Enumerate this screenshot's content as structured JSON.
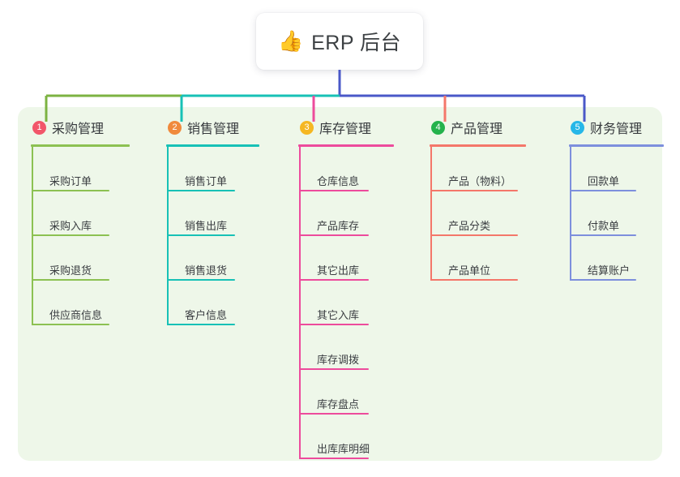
{
  "diagram": {
    "root": {
      "icon": "thumbs-up-icon",
      "icon_glyph": "👍",
      "title": "ERP 后台"
    },
    "panel_background": "#eef7e9",
    "trunk_color": "#4a58c8",
    "columns": [
      {
        "number": "1",
        "title": "采购管理",
        "badge_color": "#f2566a",
        "line_color": "#8cc152",
        "connector_color": "#7cb342",
        "width": 167,
        "head_rule_width": 122,
        "leaf_rule_width": 96,
        "items": [
          {
            "label": "采购订单"
          },
          {
            "label": "采购入库"
          },
          {
            "label": "采购退货"
          },
          {
            "label": "供应商信息"
          }
        ]
      },
      {
        "number": "2",
        "title": "销售管理",
        "badge_color": "#f08a3c",
        "line_color": "#17c1b6",
        "connector_color": "#17c1b6",
        "width": 163,
        "head_rule_width": 115,
        "leaf_rule_width": 84,
        "items": [
          {
            "label": "销售订单"
          },
          {
            "label": "销售出库"
          },
          {
            "label": "销售退货"
          },
          {
            "label": "客户信息"
          }
        ]
      },
      {
        "number": "3",
        "title": "库存管理",
        "badge_color": "#f5b722",
        "line_color": "#ed4b9c",
        "connector_color": "#ed4b9c",
        "width": 162,
        "head_rule_width": 118,
        "leaf_rule_width": 86,
        "items": [
          {
            "label": "仓库信息"
          },
          {
            "label": "产品库存"
          },
          {
            "label": "其它出库"
          },
          {
            "label": "其它入库"
          },
          {
            "label": "库存调拨"
          },
          {
            "label": "库存盘点"
          },
          {
            "label": "出库库明细"
          }
        ]
      },
      {
        "number": "4",
        "title": "产品管理",
        "badge_color": "#24b24c",
        "line_color": "#f4776a",
        "connector_color": "#f4776a",
        "width": 172,
        "head_rule_width": 119,
        "leaf_rule_width": 108,
        "items": [
          {
            "label": "产品（物料）"
          },
          {
            "label": "产品分类"
          },
          {
            "label": "产品单位"
          }
        ]
      },
      {
        "number": "5",
        "title": "财务管理",
        "badge_color": "#26b7e8",
        "line_color": "#7d8fdd",
        "connector_color": "#4a58c8",
        "width": 131,
        "head_rule_width": 117,
        "leaf_rule_width": 82,
        "items": [
          {
            "label": "回款单"
          },
          {
            "label": "付款单"
          },
          {
            "label": "结算账户"
          }
        ]
      }
    ]
  }
}
